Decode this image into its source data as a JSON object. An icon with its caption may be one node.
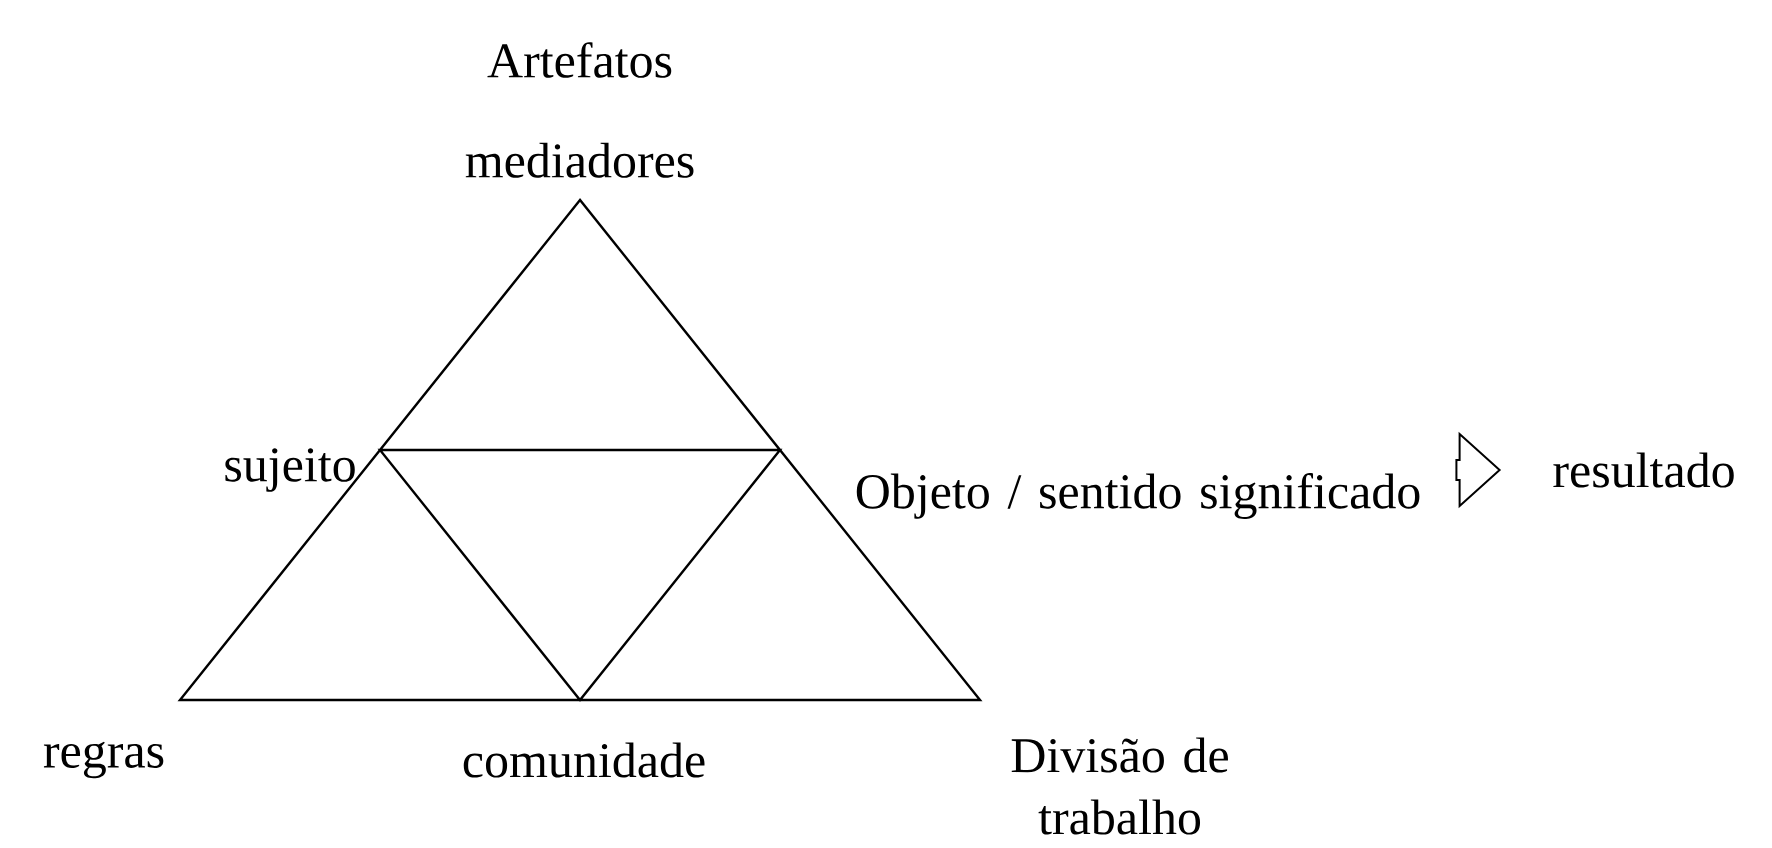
{
  "diagram": {
    "nodes": [
      {
        "text": [
          "Objeto / sentido significado"
        ]
      },
      {
        "text": [
          "resultado"
        ]
      }
    ],
    "edges": [
      {
        "from": 0,
        "to": 1,
        "arrow": "to"
      }
    ],
    "labels": [
      "Artefatos mediadores",
      "sujeito",
      "regras",
      "comunidade",
      "Divisão de trabalho"
    ]
  }
}
